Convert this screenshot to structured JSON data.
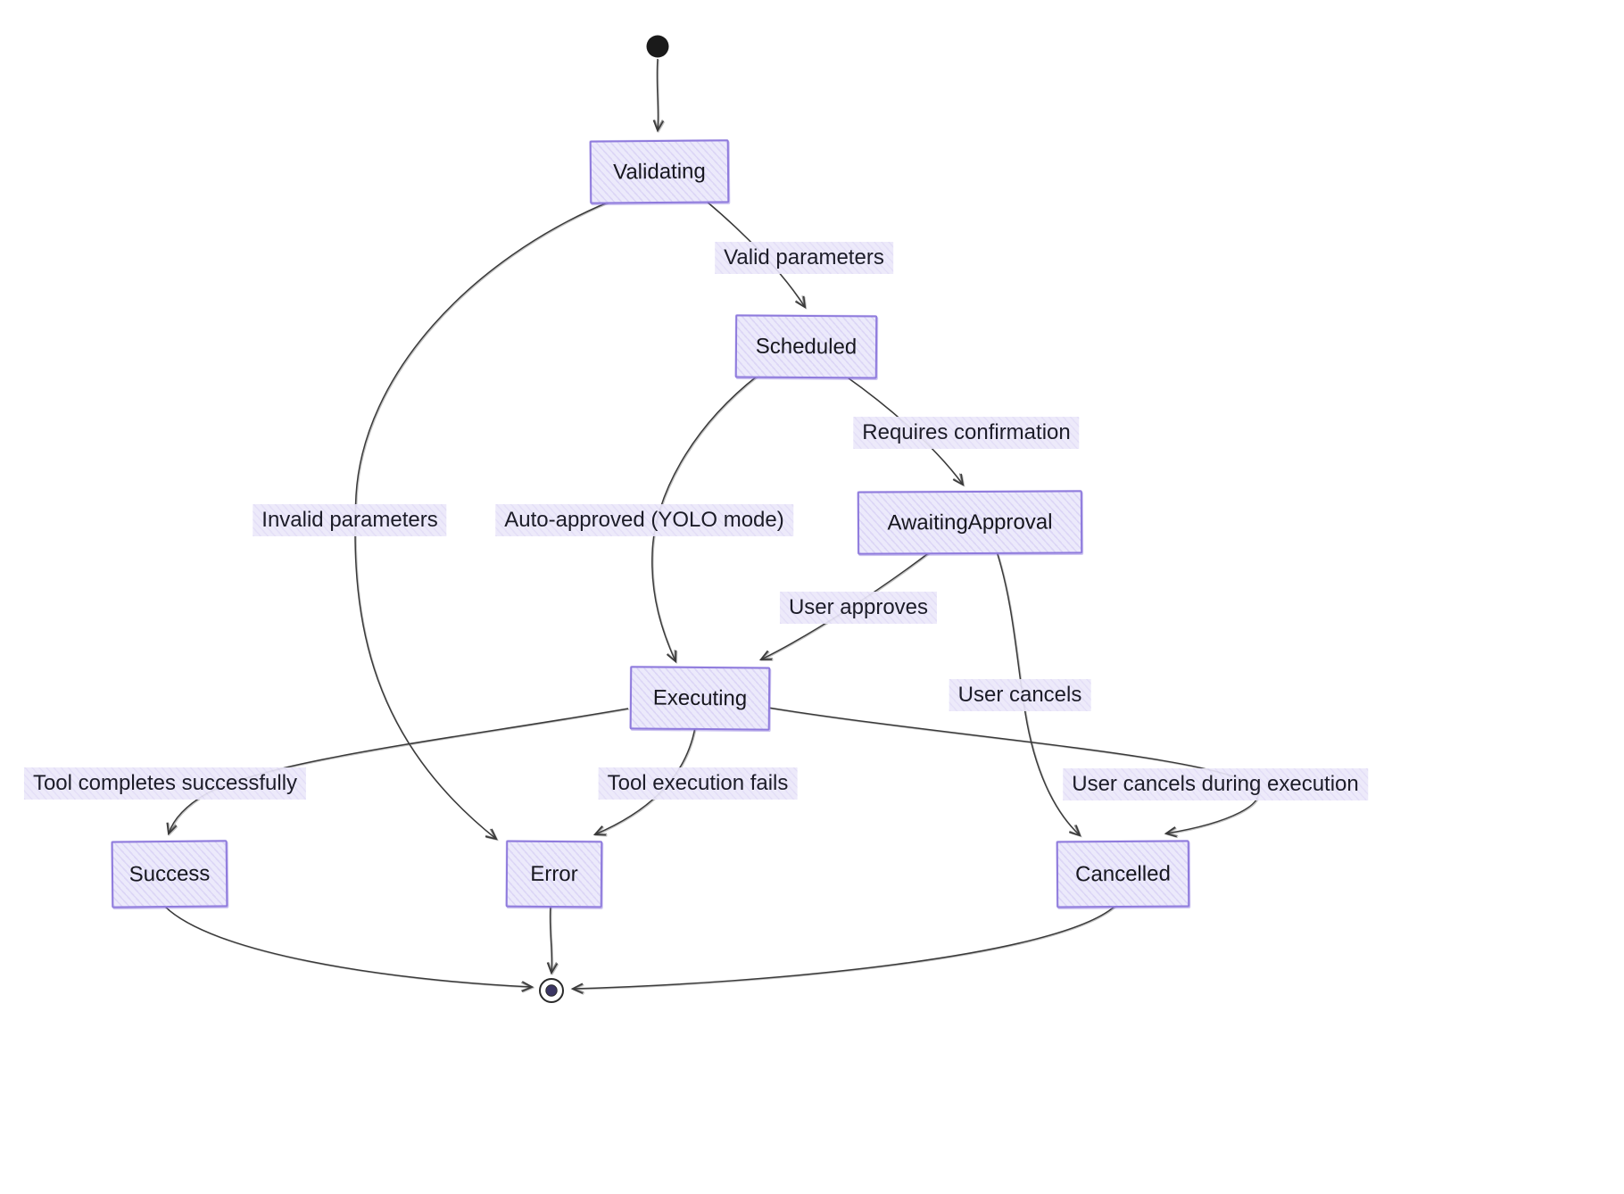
{
  "diagram": {
    "type": "state-diagram",
    "style": "hand-drawn",
    "states": [
      {
        "id": "validating",
        "label": "Validating"
      },
      {
        "id": "scheduled",
        "label": "Scheduled"
      },
      {
        "id": "awaiting_approval",
        "label": "AwaitingApproval"
      },
      {
        "id": "executing",
        "label": "Executing"
      },
      {
        "id": "success",
        "label": "Success"
      },
      {
        "id": "error",
        "label": "Error"
      },
      {
        "id": "cancelled",
        "label": "Cancelled"
      }
    ],
    "transitions": [
      {
        "from": "[*]",
        "to": "Validating",
        "label": ""
      },
      {
        "from": "Validating",
        "to": "Scheduled",
        "label": "Valid parameters"
      },
      {
        "from": "Validating",
        "to": "Error",
        "label": "Invalid parameters"
      },
      {
        "from": "Scheduled",
        "to": "AwaitingApproval",
        "label": "Requires confirmation"
      },
      {
        "from": "Scheduled",
        "to": "Executing",
        "label": "Auto-approved (YOLO mode)"
      },
      {
        "from": "AwaitingApproval",
        "to": "Executing",
        "label": "User approves"
      },
      {
        "from": "AwaitingApproval",
        "to": "Cancelled",
        "label": "User cancels"
      },
      {
        "from": "Executing",
        "to": "Success",
        "label": "Tool completes successfully"
      },
      {
        "from": "Executing",
        "to": "Error",
        "label": "Tool execution fails"
      },
      {
        "from": "Executing",
        "to": "Cancelled",
        "label": "User cancels during execution"
      },
      {
        "from": "Success",
        "to": "[*]",
        "label": ""
      },
      {
        "from": "Error",
        "to": "[*]",
        "label": ""
      },
      {
        "from": "Cancelled",
        "to": "[*]",
        "label": ""
      }
    ],
    "colors": {
      "background": "#ffffff",
      "node_fill": "#eceafb",
      "node_border": "#8f7bdd",
      "edge_stroke": "#3a3a3a",
      "text": "#17171f",
      "label_background": "#ebe8fa"
    }
  }
}
